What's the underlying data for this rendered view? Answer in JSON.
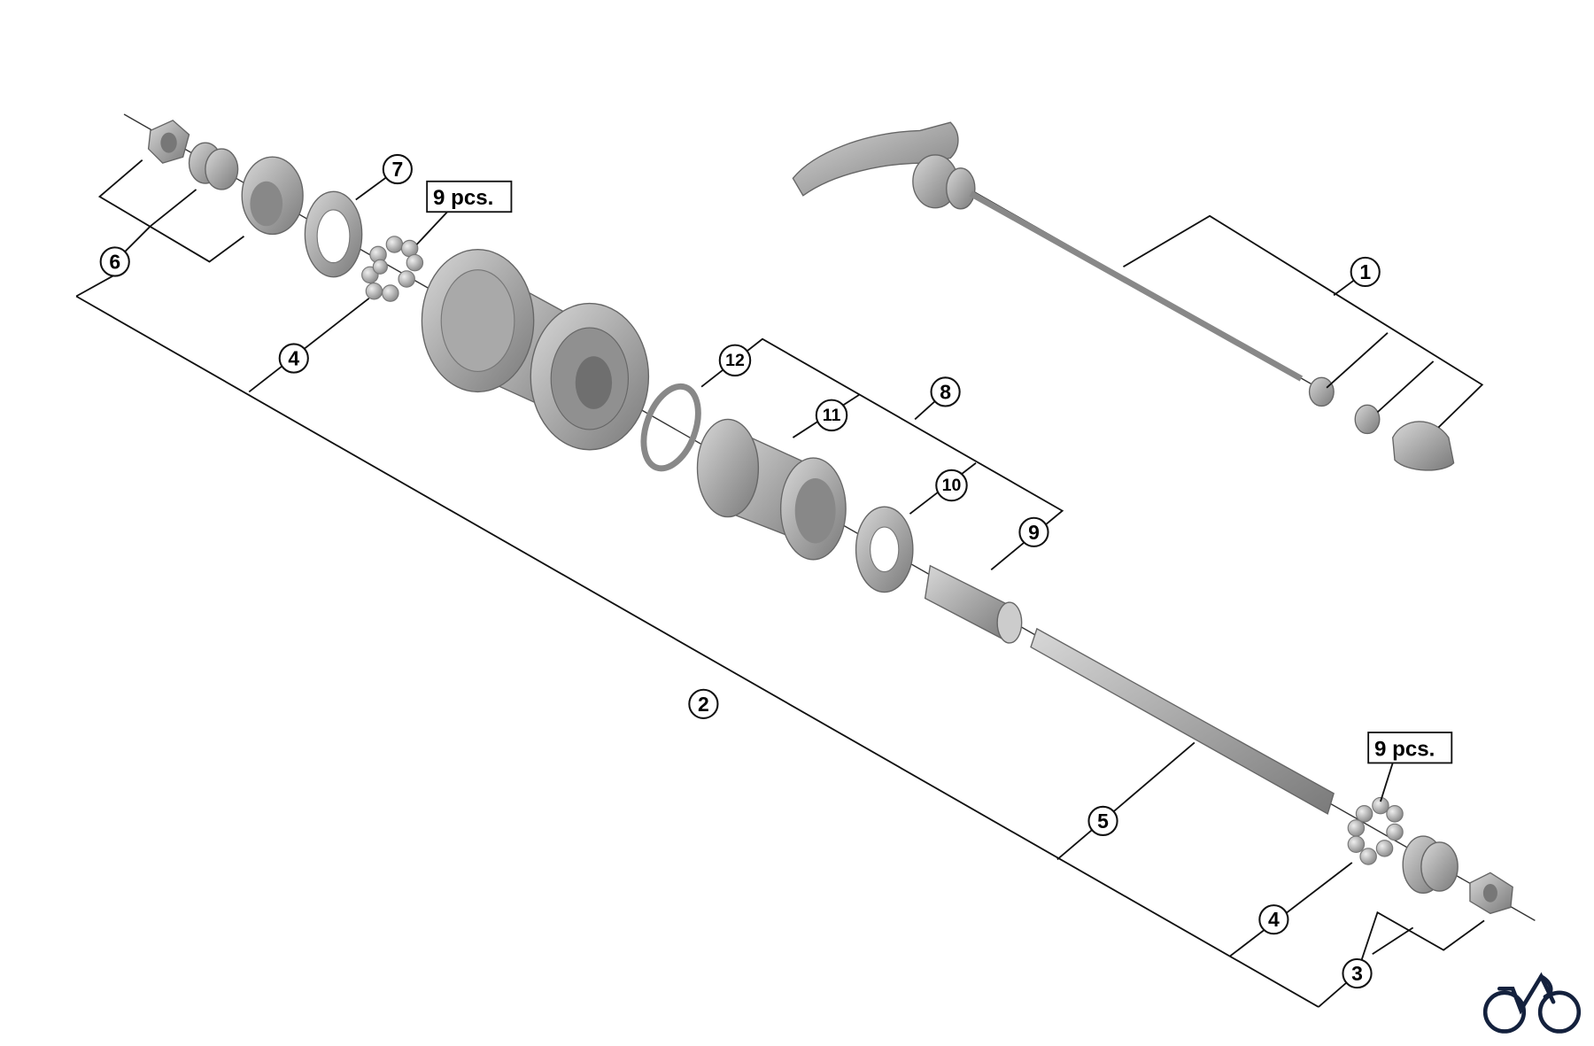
{
  "diagram": {
    "title": "Rear hub exploded parts diagram",
    "callouts": [
      "1",
      "2",
      "3",
      "4",
      "4",
      "5",
      "6",
      "7",
      "8",
      "9",
      "10",
      "11",
      "12"
    ],
    "quantity_labels": [
      "9 pcs.",
      "9 pcs."
    ],
    "colors": {
      "part": "#9a9a9a",
      "line": "#111111",
      "logo": "#14213d"
    }
  }
}
